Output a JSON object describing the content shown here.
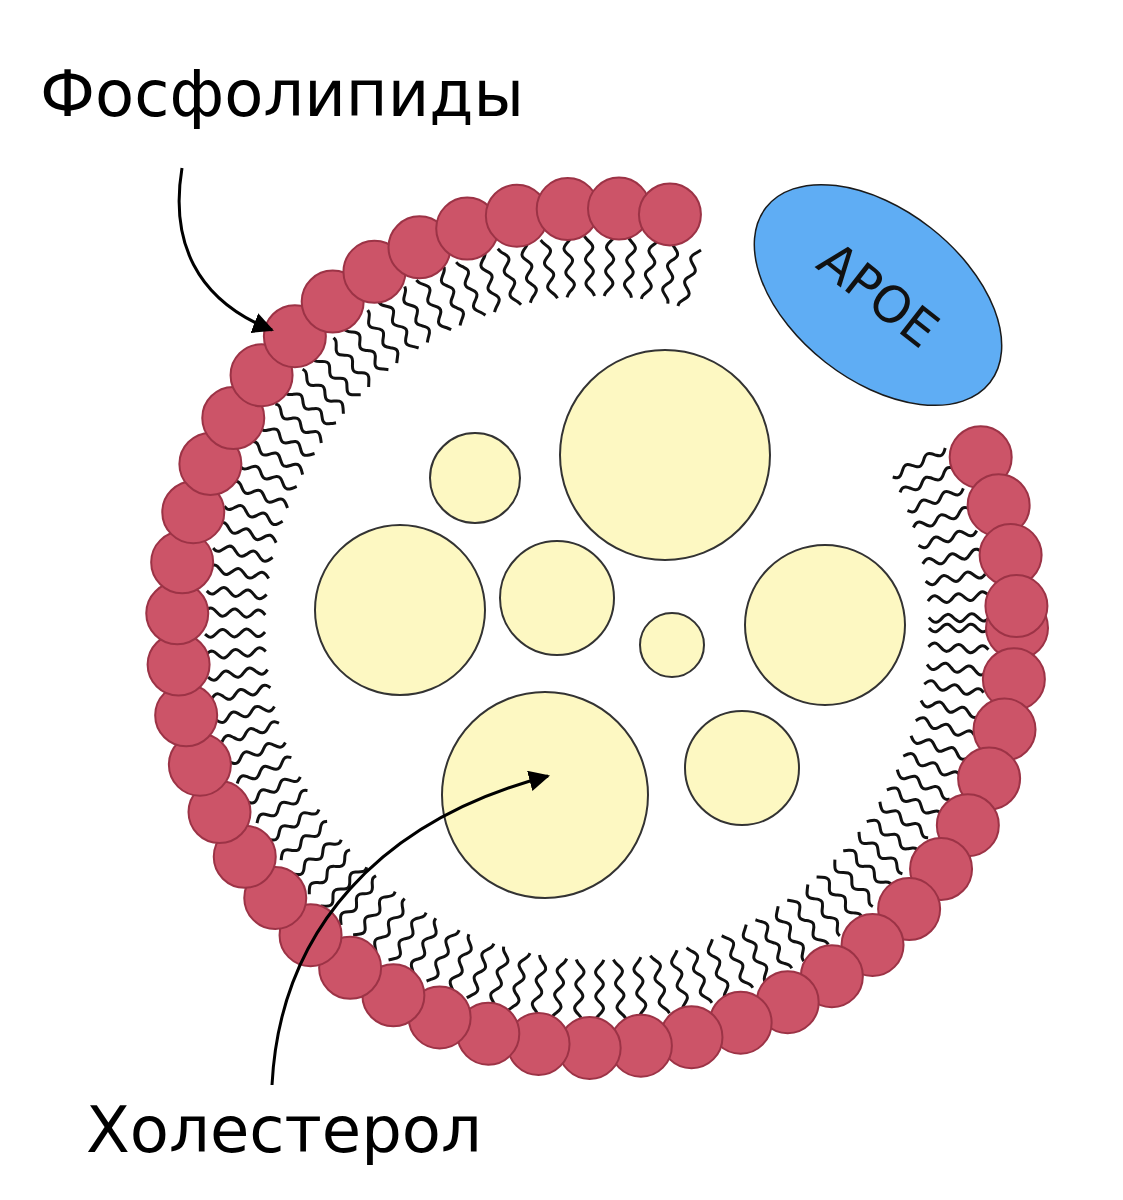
{
  "diagram": {
    "nodes": [
      {
        "text": [
          "APOE"
        ]
      }
    ],
    "labels": [
      "Фосфолипиды",
      "Холестерол"
    ]
  }
}
